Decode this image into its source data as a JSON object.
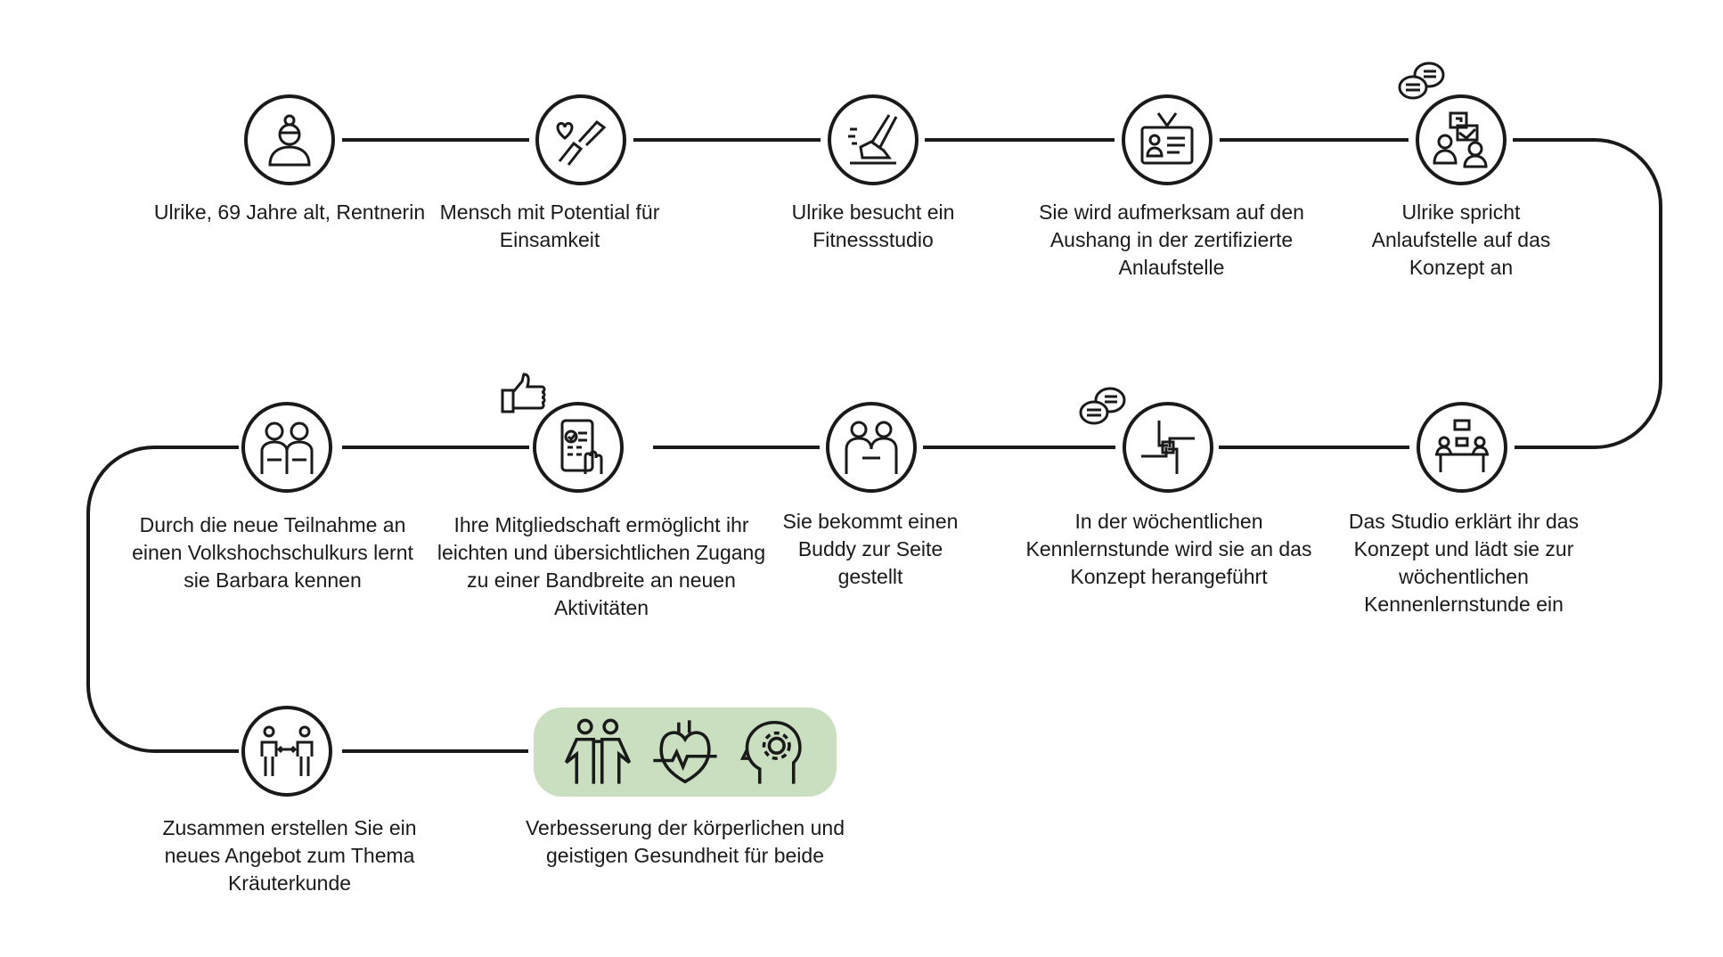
{
  "steps": [
    {
      "label": "Ulrike, 69 Jahre alt, Rentnerin",
      "icon": "elderly-woman-icon"
    },
    {
      "label": "Mensch mit Potential für Einsamkeit",
      "icon": "broken-heart-hands-icon"
    },
    {
      "label": "Ulrike besucht ein Fitnessstudio",
      "icon": "running-shoe-icon"
    },
    {
      "label": "Sie wird  aufmerksam auf den Aushang in der zertifizierte Anlaufstelle",
      "icon": "id-badge-icon"
    },
    {
      "label": "Ulrike spricht Anlaufstelle auf das Konzept an",
      "icon": "conversation-icon"
    },
    {
      "label": "Das Studio erklärt ihr das Konzept und lädt sie zur wöchentlichen Kennenlernstunde ein",
      "icon": "meeting-table-icon"
    },
    {
      "label": "In der wöchentlichen Kennlernstunde wird sie an das Konzept herangeführt",
      "icon": "teamwork-hands-icon"
    },
    {
      "label": "Sie bekommt einen Buddy zur Seite gestellt",
      "icon": "handshake-people-icon"
    },
    {
      "label": "Ihre Mitgliedschaft ermöglicht ihr leichten und übersichtlichen Zugang zu einer Bandbreite an neuen Aktivitäten",
      "icon": "mobile-app-icon"
    },
    {
      "label": "Durch die neue Teilnahme an einen Volkshochschulkurs lernt sie Barbara kennen",
      "icon": "two-women-icon"
    },
    {
      "label": "Zusammen erstellen Sie ein neues Angebot zum Thema Kräuterkunde",
      "icon": "two-people-exchange-icon"
    }
  ],
  "goal": {
    "label": "Verbesserung der körperlichen und geistigen Gesundheit für beide",
    "icons": [
      "friends-icon",
      "heart-pulse-icon",
      "mind-gear-icon"
    ],
    "color": "#c9dfc0"
  }
}
